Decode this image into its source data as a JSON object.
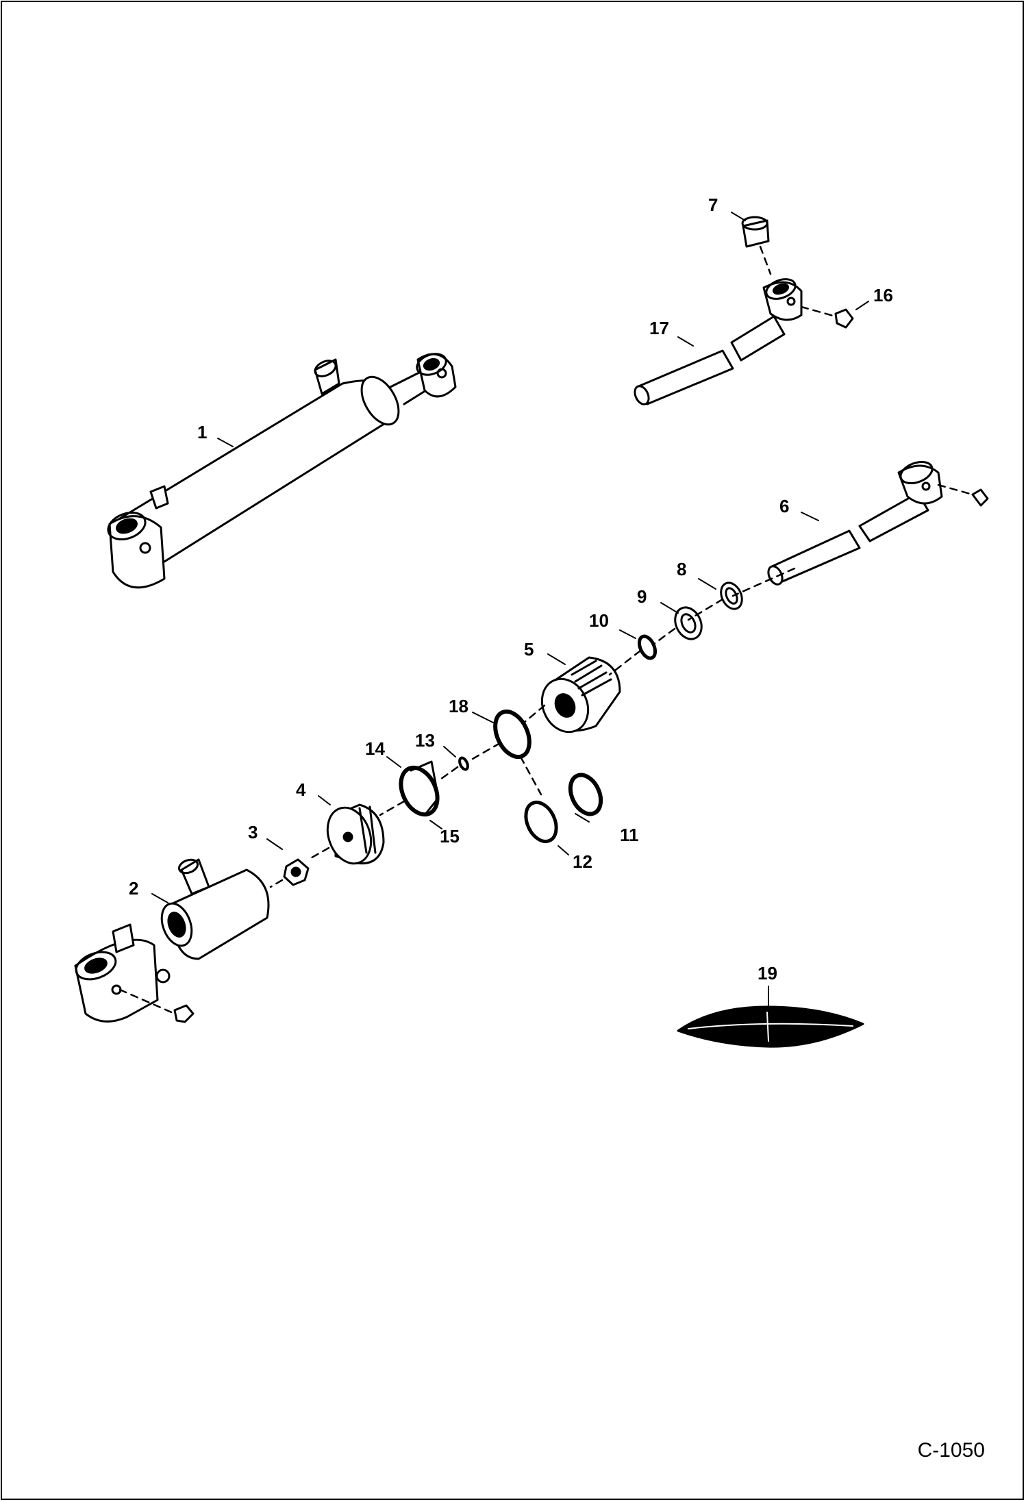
{
  "figure_code": "C-1050",
  "callouts": {
    "c1": "1",
    "c2": "2",
    "c3": "3",
    "c4": "4",
    "c5": "5",
    "c6": "6",
    "c7": "7",
    "c8": "8",
    "c9": "9",
    "c10": "10",
    "c11": "11",
    "c12": "12",
    "c13": "13",
    "c14": "14",
    "c15": "15",
    "c16": "16",
    "c17": "17",
    "c18": "18",
    "c19": "19"
  }
}
